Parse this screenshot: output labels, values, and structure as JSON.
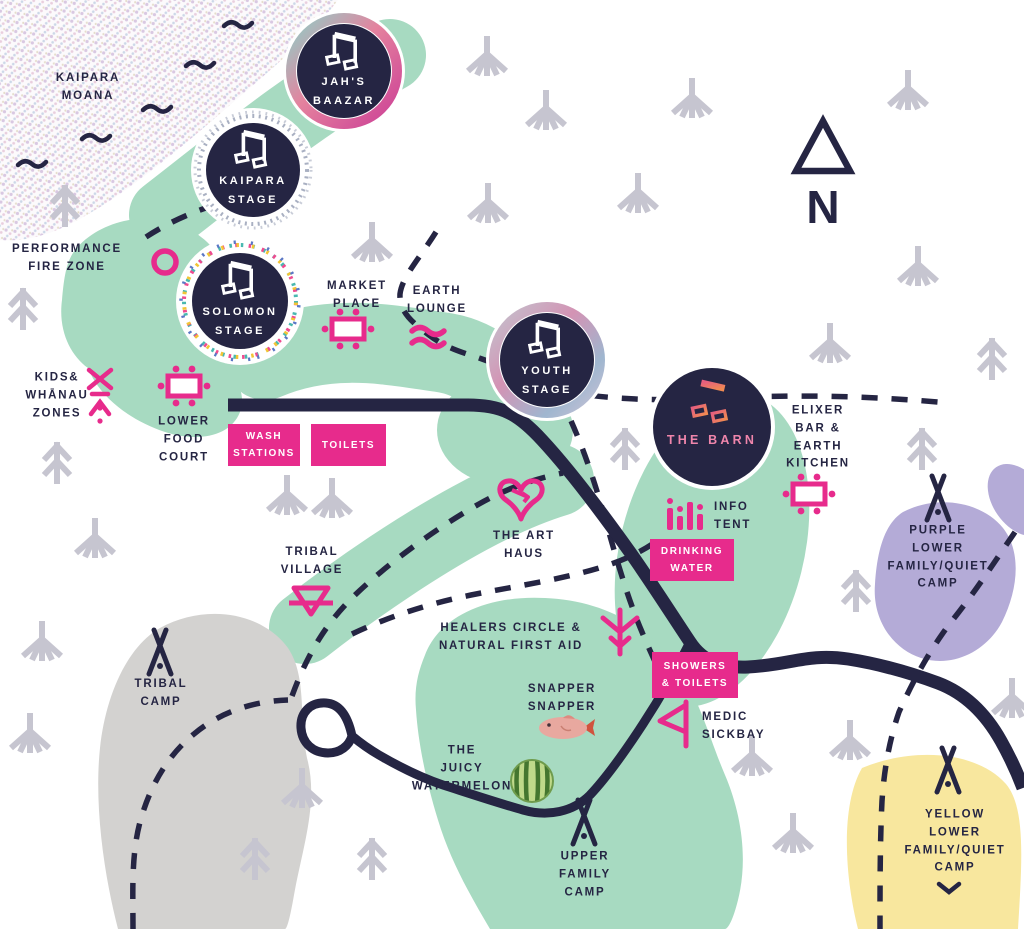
{
  "map_title": "festival-site-map",
  "colors": {
    "navy": "#252543",
    "pink": "#e72b8c",
    "green": "#a7dac1",
    "gray_blob": "#d3d2d0",
    "purple_blob": "#b4abd7",
    "yellow_blob": "#f8e79e",
    "fern_gray": "#c6c5d0",
    "barn_note_gradient": [
      "#e65f7e",
      "#f08a52"
    ]
  },
  "sea": {
    "l1": "KAIPARA",
    "l2": "MOANA"
  },
  "north_label": "N",
  "stages": {
    "jahs": {
      "l1": "JAH'S",
      "l2": "BAAZAR"
    },
    "kaipara": {
      "l1": "KAIPARA",
      "l2": "STAGE"
    },
    "solomon": {
      "l1": "SOLOMON",
      "l2": "STAGE"
    },
    "youth": {
      "l1": "YOUTH",
      "l2": "STAGE"
    },
    "barn": {
      "l1": "THE BARN"
    }
  },
  "poi": {
    "performance_fire_zone": {
      "l1": "PERFORMANCE",
      "l2": "FIRE ZONE"
    },
    "market_place": {
      "l1": "MARKET",
      "l2": "PLACE"
    },
    "earth_lounge": {
      "l1": "EARTH",
      "l2": "LOUNGE"
    },
    "kids_whanau": {
      "l1": "KIDS&",
      "l2": "WHĀNAU",
      "l3": "ZONES"
    },
    "lower_food_court": {
      "l1": "LOWER",
      "l2": "FOOD",
      "l3": "COURT"
    },
    "elixer": {
      "l1": "ELIXER",
      "l2": "BAR &",
      "l3": "EARTH",
      "l4": "KITCHEN"
    },
    "info_tent": {
      "l1": "INFO",
      "l2": "TENT"
    },
    "art_haus": {
      "l1": "THE ART",
      "l2": "HAUS"
    },
    "tribal_village": {
      "l1": "TRIBAL",
      "l2": "VILLAGE"
    },
    "healers": {
      "l1": "HEALERS CIRCLE &",
      "l2": "NATURAL FIRST AID"
    },
    "snapper": {
      "l1": "SNAPPER",
      "l2": "SNAPPER"
    },
    "watermelon": {
      "l1": "THE",
      "l2": "JUICY",
      "l3": "WATERMELON"
    },
    "medic": {
      "l1": "MEDIC",
      "l2": "SICKBAY"
    }
  },
  "buttons": {
    "wash_stations": {
      "l1": "WASH",
      "l2": "STATIONS"
    },
    "toilets": {
      "l1": "TOILETS"
    },
    "drinking_water": {
      "l1": "DRINKING",
      "l2": "WATER"
    },
    "showers_toilets": {
      "l1": "SHOWERS",
      "l2": "& TOILETS"
    }
  },
  "camps": {
    "tribal": {
      "l1": "TRIBAL",
      "l2": "CAMP"
    },
    "upper_family": {
      "l1": "UPPER",
      "l2": "FAMILY",
      "l3": "CAMP"
    },
    "purple_lower": {
      "l1": "PURPLE",
      "l2": "LOWER",
      "l3": "FAMILY/QUIET",
      "l4": "CAMP"
    },
    "yellow_lower": {
      "l1": "YELLOW",
      "l2": "LOWER",
      "l3": "FAMILY/QUIET",
      "l4": "CAMP"
    }
  },
  "icons": {
    "fire_zone": "circle-outline",
    "market_table": "table-with-seats",
    "earth_waves": "double-wave",
    "kids_figure": "tiki-figure",
    "info_bars": "flag-bars",
    "medic_flag": "pennant-flag",
    "art_heart": "heart-with-arrow",
    "tribal_triangle": "earth-symbol",
    "healers_bird": "bird-stem",
    "tent": "teepee",
    "fern": "fern-frond",
    "pine": "arrow-tree",
    "music_note": "beamed-note",
    "north": "triangle-N"
  }
}
